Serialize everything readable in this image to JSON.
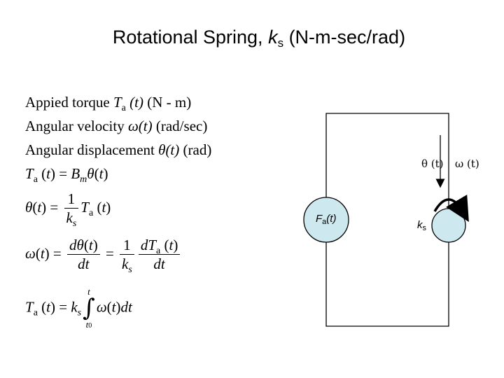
{
  "title": {
    "main": "Rotational Spring, ",
    "symbol": "k",
    "subscript": "s",
    "units": " (N-m-sec/rad)"
  },
  "definitions": {
    "torque_text": "Appied torque ",
    "torque_symbol": "T",
    "torque_sub": "a",
    "torque_arg": " (t)",
    "torque_units": " (N - m)",
    "velocity_text": "Angular velocity ",
    "velocity_symbol": "ω",
    "velocity_arg": "(t)",
    "velocity_units": " (rad/sec)",
    "displacement_text": "Angular displacement ",
    "displacement_symbol": "θ",
    "displacement_arg": "(t)",
    "displacement_units": " (rad)"
  },
  "equations": {
    "eq1": "T_a(t) = B_m θ(t)",
    "eq2": "θ(t) = (1/k_s) T_a(t)",
    "eq3": "ω(t) = dθ(t)/dt = (1/k_s) dT_a(t)/dt",
    "eq4": "T_a(t) = k_s ∫_{t0}^{t} ω(t)dt"
  },
  "diagram": {
    "source_label": "F",
    "source_sub": "a",
    "source_arg": "(t)",
    "spring_label": "k",
    "spring_sub": "s",
    "theta_label": "θ (t)",
    "omega_label": "ω (t)"
  }
}
